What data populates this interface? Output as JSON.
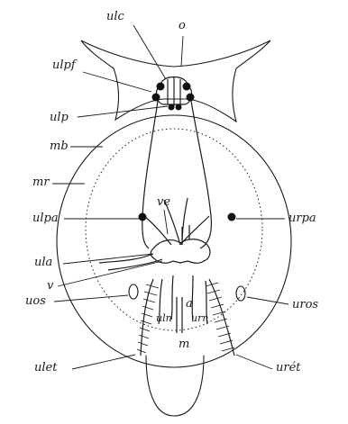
{
  "labels": {
    "ulc": "ulc",
    "o": "o",
    "ulpf": "ulpf",
    "ulp": "ulp",
    "mb": "mb",
    "mr": "mr",
    "ve": "ve",
    "ulpa": "ulpa",
    "urpa": "urpa",
    "ula": "ula",
    "v": "v",
    "uos": "uos",
    "a": "a",
    "uros": "uros",
    "uln": "uln",
    "urn": "urn",
    "m": "m",
    "ulet": "ulet",
    "uret": "urét"
  },
  "colors": {
    "ink": "#1a1a1a",
    "background": "#ffffff"
  }
}
